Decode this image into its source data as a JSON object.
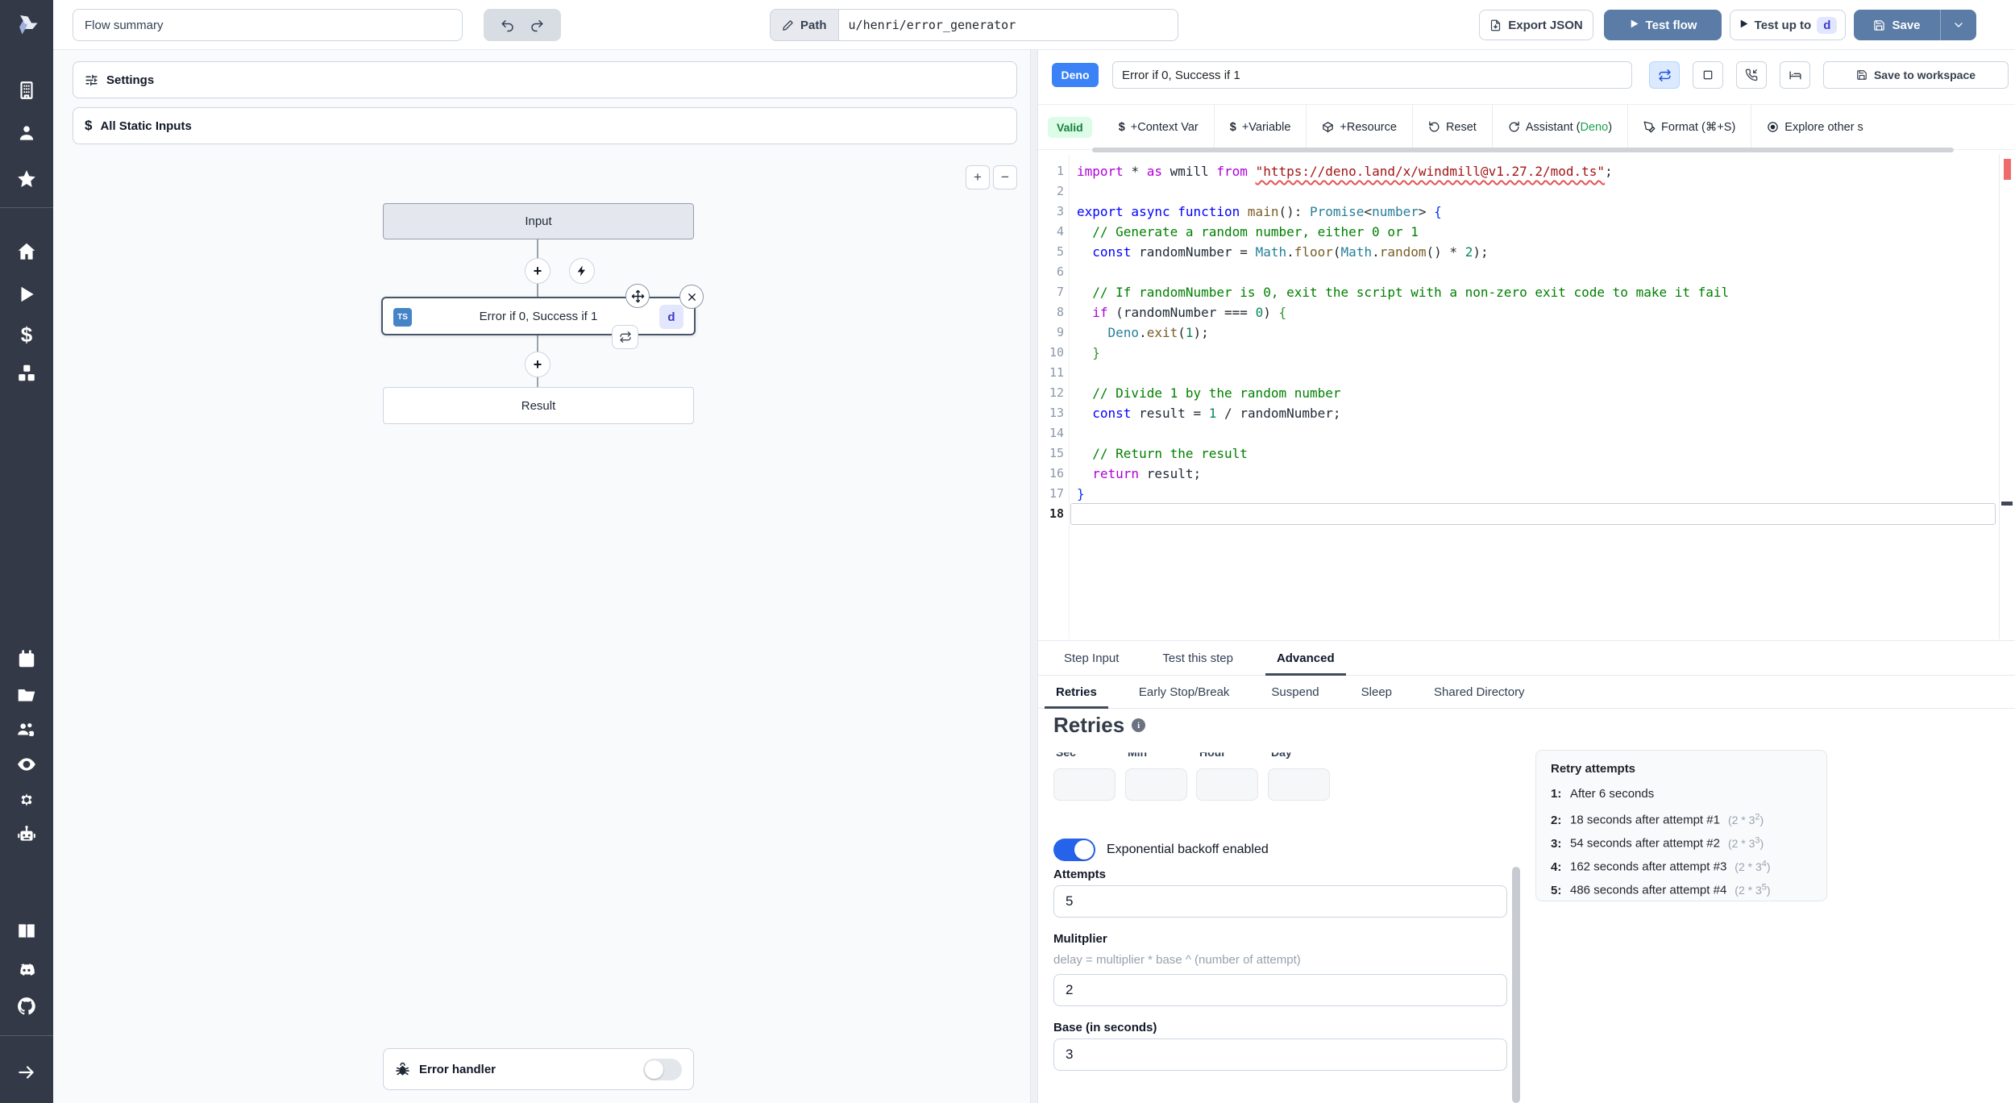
{
  "topbar": {
    "flow_summary": "Flow summary",
    "path_label": "Path",
    "path_value": "u/henri/error_generator",
    "export_json": "Export JSON",
    "test_flow": "Test flow",
    "test_up_to": "Test up to",
    "test_up_to_badge": "d",
    "save": "Save"
  },
  "flow": {
    "settings": "Settings",
    "all_static_inputs": "All Static Inputs",
    "zoom_in": "+",
    "zoom_out": "−",
    "input_node": "Input",
    "step_node": "Error if 0, Success if 1",
    "step_lang_badge": "TS",
    "step_id_badge": "d",
    "result_node": "Result",
    "error_handler": "Error handler"
  },
  "header": {
    "lang_badge": "Deno",
    "step_name": "Error if 0, Success if 1",
    "save_to_workspace": "Save to workspace"
  },
  "toolbar": {
    "valid": "Valid",
    "dollar": "$",
    "context_var": "+Context Var",
    "variable": "+Variable",
    "resource": "+Resource",
    "reset": "Reset",
    "assistant_prefix": "Assistant (",
    "assistant_lang": "Deno",
    "assistant_suffix": ")",
    "format": "Format (⌘+S)",
    "explore": "Explore other s"
  },
  "editor": {
    "lines": [
      [
        [
          "ctrl",
          "import "
        ],
        [
          "def",
          "* "
        ],
        [
          "ctrl",
          "as "
        ],
        [
          "var",
          "wmill "
        ],
        [
          "ctrl",
          "from "
        ],
        [
          "strq",
          "\"https://deno.land/x/windmill@v1.27.2/mod.ts\""
        ],
        [
          "def",
          ";"
        ]
      ],
      [],
      [
        [
          "kw",
          "export async function "
        ],
        [
          "fn",
          "main"
        ],
        [
          "def",
          "(): "
        ],
        [
          "type",
          "Promise"
        ],
        [
          "def",
          "<"
        ],
        [
          "type",
          "number"
        ],
        [
          "def",
          "> "
        ],
        [
          "b1",
          "{"
        ]
      ],
      [
        [
          "com",
          "  // Generate a random number, either 0 or 1"
        ]
      ],
      [
        [
          "kw",
          "  const "
        ],
        [
          "var",
          "randomNumber"
        ],
        [
          "def",
          " = "
        ],
        [
          "type",
          "Math"
        ],
        [
          "def",
          "."
        ],
        [
          "fn",
          "floor"
        ],
        [
          "def",
          "("
        ],
        [
          "type",
          "Math"
        ],
        [
          "def",
          "."
        ],
        [
          "fn",
          "random"
        ],
        [
          "def",
          "() * "
        ],
        [
          "num",
          "2"
        ],
        [
          "def",
          ");"
        ]
      ],
      [],
      [
        [
          "com",
          "  // If randomNumber is 0, exit the script with a non-zero exit code to make it fail"
        ]
      ],
      [
        [
          "ctrl",
          "  if "
        ],
        [
          "def",
          "("
        ],
        [
          "var",
          "randomNumber"
        ],
        [
          "def",
          " === "
        ],
        [
          "num",
          "0"
        ],
        [
          "def",
          ") "
        ],
        [
          "b2",
          "{"
        ]
      ],
      [
        [
          "def",
          "    "
        ],
        [
          "type",
          "Deno"
        ],
        [
          "def",
          "."
        ],
        [
          "fn",
          "exit"
        ],
        [
          "def",
          "("
        ],
        [
          "num",
          "1"
        ],
        [
          "def",
          ");"
        ]
      ],
      [
        [
          "b2",
          "  }"
        ]
      ],
      [],
      [
        [
          "com",
          "  // Divide 1 by the random number"
        ]
      ],
      [
        [
          "kw",
          "  const "
        ],
        [
          "var",
          "result"
        ],
        [
          "def",
          " = "
        ],
        [
          "num",
          "1"
        ],
        [
          "def",
          " / "
        ],
        [
          "var",
          "randomNumber"
        ],
        [
          "def",
          ";"
        ]
      ],
      [],
      [
        [
          "com",
          "  // Return the result"
        ]
      ],
      [
        [
          "ctrl",
          "  return "
        ],
        [
          "var",
          "result"
        ],
        [
          "def",
          ";"
        ]
      ],
      [
        [
          "b1",
          "}"
        ]
      ],
      []
    ]
  },
  "tabs": {
    "main": [
      "Step Input",
      "Test this step",
      "Advanced"
    ],
    "main_active": 2,
    "sub": [
      "Retries",
      "Early Stop/Break",
      "Suspend",
      "Sleep",
      "Shared Directory"
    ],
    "sub_active": 0
  },
  "retries": {
    "heading": "Retries",
    "time_labels": [
      "Sec",
      "Min",
      "Hour",
      "Day"
    ],
    "backoff_label": "Exponential backoff enabled",
    "attempts_label": "Attempts",
    "attempts_value": "5",
    "multiplier_label": "Mulitplier",
    "multiplier_help": "delay = multiplier * base ^ (number of attempt)",
    "multiplier_value": "2",
    "base_label": "Base (in seconds)",
    "base_value": "3"
  },
  "retry_card": {
    "title": "Retry attempts",
    "rows": [
      {
        "n": "1:",
        "text": "After 6 seconds"
      },
      {
        "n": "2:",
        "text": "18 seconds after attempt #1",
        "formula_open": "(2 * 3",
        "exp": "2",
        "formula_close": ")"
      },
      {
        "n": "3:",
        "text": "54 seconds after attempt #2",
        "formula_open": "(2 * 3",
        "exp": "3",
        "formula_close": ")"
      },
      {
        "n": "4:",
        "text": "162 seconds after attempt #3",
        "formula_open": "(2 * 3",
        "exp": "4",
        "formula_close": ")"
      },
      {
        "n": "5:",
        "text": "486 seconds after attempt #4",
        "formula_open": "(2 * 3",
        "exp": "5",
        "formula_close": ")"
      }
    ]
  },
  "colors": {
    "accent_blue": "#5a7ca6",
    "badge_blue": "#3b82f6",
    "valid_green_bg": "#dcfce7",
    "valid_green_text": "#15803d",
    "toggle_blue": "#2563eb",
    "deno_green": "#16a34a",
    "error_marker": "#ef6b6b"
  }
}
